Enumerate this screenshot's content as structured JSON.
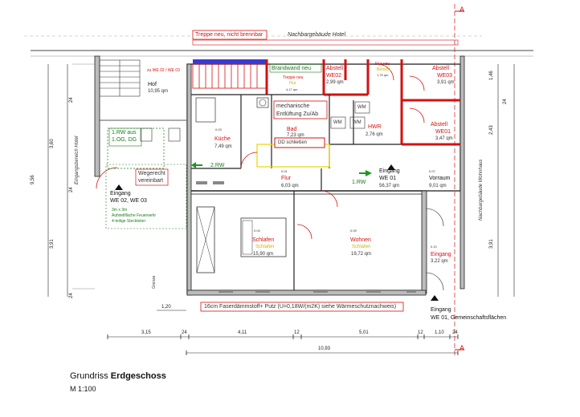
{
  "header": {
    "stair_note": "Treppe neu, nicht brennbar",
    "neighbor_top": "Nachbargebäude Hotel",
    "section_marker": "A"
  },
  "side": {
    "left_vertical": "Eingangsbereich Hotel",
    "right_vertical": "Nachbargebäude Wohnhaus",
    "bottom_left_vertical": "Grenze"
  },
  "rooms": {
    "hof": {
      "name": "Hof",
      "area": "10,95 qm"
    },
    "kueche": {
      "name": "Küche",
      "area": "7,49 qm",
      "num": "0.03"
    },
    "bad": {
      "name": "Bad",
      "area": "7,23 qm"
    },
    "flur": {
      "name": "Flur",
      "area": "6,03 qm",
      "num": "0.01"
    },
    "hwr": {
      "name": "HWR",
      "area": "2,76 qm"
    },
    "abstell_we02": {
      "name": "Abstell",
      "unit": "WE02",
      "area": "2,99 qm"
    },
    "abstell_we03": {
      "name": "Abstell",
      "unit": "WE03",
      "area": "3,91 qm"
    },
    "abstell_we01": {
      "name": "Abstell",
      "unit": "WE01",
      "area": "3,47 qm"
    },
    "treppe": {
      "name": "Treppe neu",
      "sub": "Flur",
      "area": "4,17 qm"
    },
    "flur_neu": {
      "name": "Flur neu",
      "sub": "Bereich",
      "area": "1,75 qm"
    },
    "vorraum": {
      "name": "Vorraum",
      "area": "9,01 qm",
      "num": "0.07"
    },
    "schlafen": {
      "name": "Schlafen",
      "sub": "Schlafen",
      "area": "15,90 qm",
      "num": "0.04"
    },
    "wohnen": {
      "name": "Wohnen",
      "sub": "Schlafen",
      "area": "19,72 qm",
      "num": "0.05"
    },
    "eingang_r": {
      "name": "Eingang",
      "area": "3,22 qm",
      "num": "0.10"
    }
  },
  "notes": {
    "brandwand": "Brandwand neu",
    "mech_vent": [
      "mechanische",
      "Entlüftung Zu/Ab"
    ],
    "dd": "DD schließen",
    "rw_1og": [
      "1.RW aus",
      "1.OG, DG"
    ],
    "wegerecht": [
      "Wegerecht",
      "vereinbart"
    ],
    "rw2": "2.RW",
    "rw1": "1.RW",
    "eingang_we01": [
      "Eingang",
      "WE 01",
      "56,37 qm"
    ],
    "eingang_we0203": [
      "Eingang",
      "WE 02, WE 03"
    ],
    "feuerwehr": [
      "3m x 3m",
      "Aufstellfläche Feuerwehr",
      "4-teilige Steckleiter"
    ],
    "insulation": "16cm Faserdämmstoff+ Putz (U=0,18W/(m2K) siehe Wärmeschutznachweis)",
    "bottom_entry": [
      "Eingang",
      "WE 01, Gemeinschaftsflächen"
    ],
    "wm": "WM",
    "red_note_top": "zu WE 02 / WE 03"
  },
  "dimensions": {
    "bottom_row1": [
      "3,15",
      "24",
      "4,11",
      "12",
      "5,01",
      "12",
      "1,10",
      "24"
    ],
    "bottom_row2": [
      "10,93"
    ],
    "dim_120": "1,20",
    "left_col": [
      "3,60",
      "3,91",
      "9,56",
      "24",
      "24",
      "24"
    ],
    "right_col": [
      "1,46",
      "2,43",
      "3,91",
      "24"
    ]
  },
  "footer": {
    "title_prefix": "Grundriss ",
    "title_bold": "Erdgeschoss",
    "scale": "M 1:100"
  }
}
